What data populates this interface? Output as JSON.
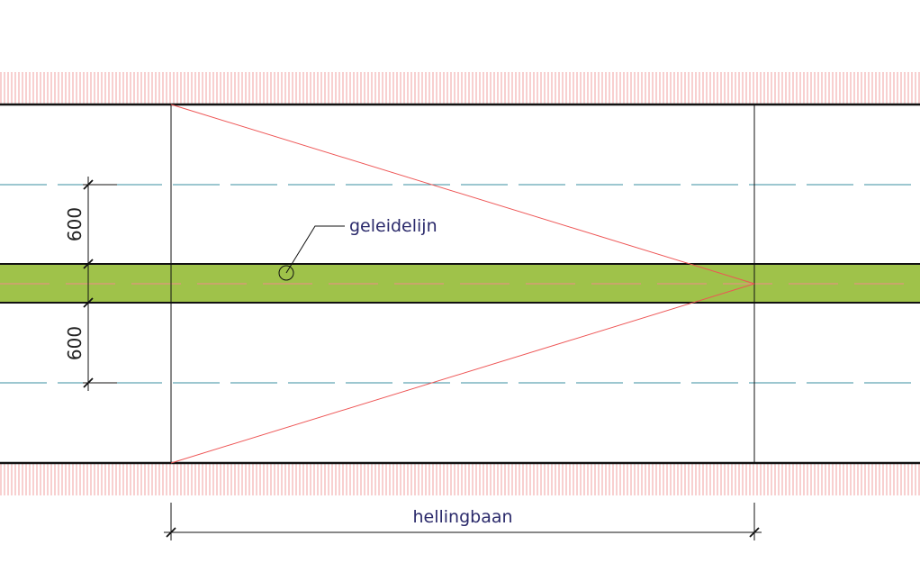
{
  "labels": {
    "guide_line": "geleidelijn",
    "ramp": "hellingbaan",
    "dimension_upper": "600",
    "dimension_lower": "600"
  },
  "colors": {
    "background": "#ffffff",
    "guide_strip": "#9fc24a",
    "hatch": "#f2a0a0",
    "red_line": "#ee5555",
    "teal_dash": "#3a8fa0",
    "outline": "#111111",
    "text": "#2b2a6b"
  }
}
